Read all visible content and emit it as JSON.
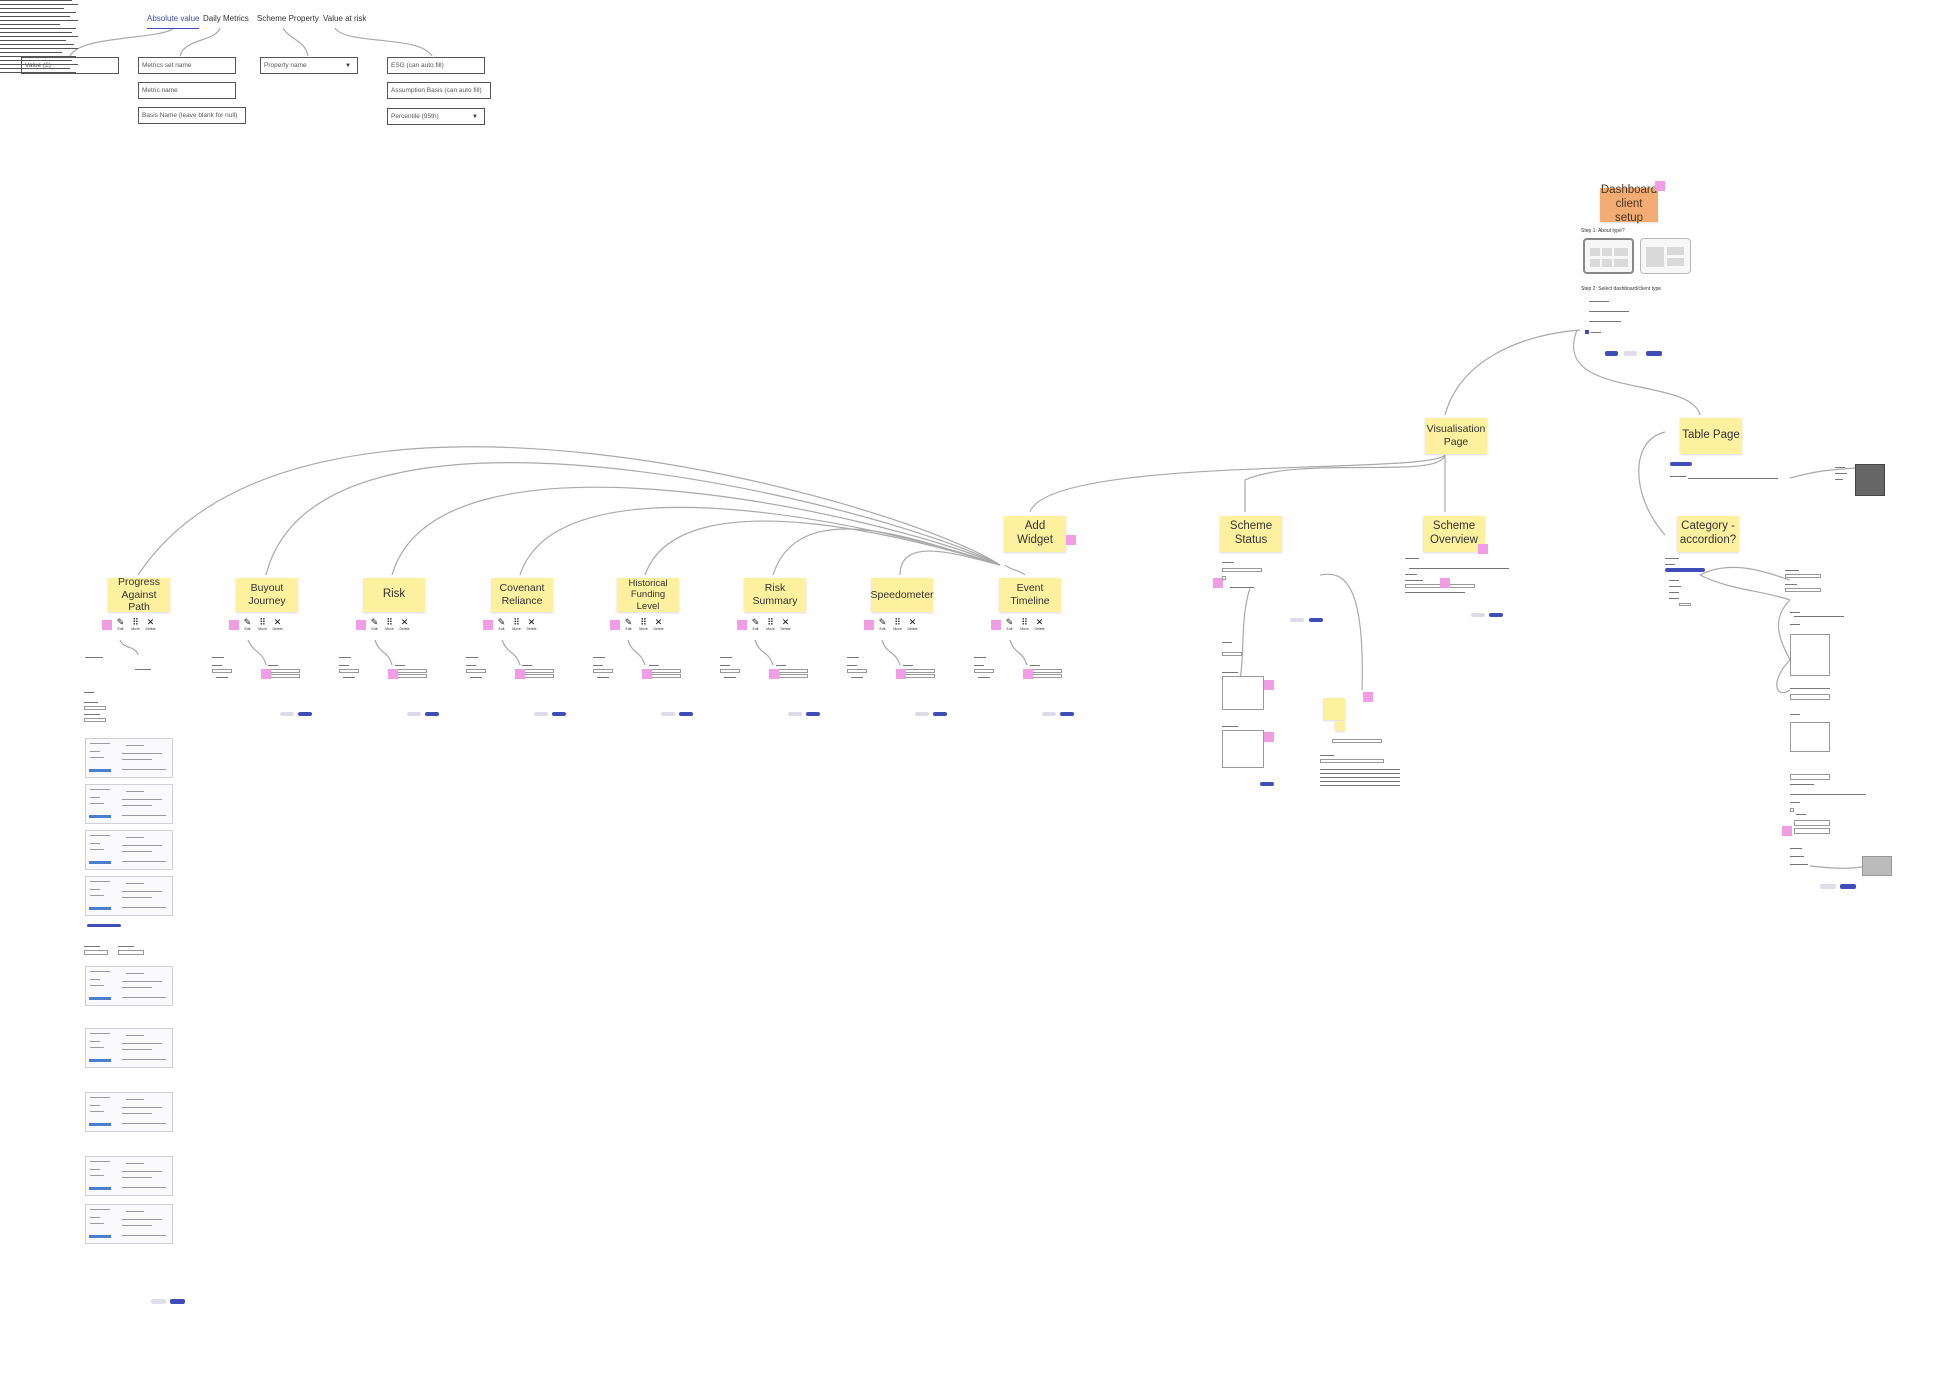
{
  "tabs": [
    {
      "label": "Absolute value",
      "active": true
    },
    {
      "label": "Daily Metrics",
      "active": false
    },
    {
      "label": "Scheme Property",
      "active": false
    },
    {
      "label": "Value at risk",
      "active": false
    }
  ],
  "fields": {
    "value": "Value (£)",
    "metric_set_name": "Metrics set name",
    "metric_name": "Metric name",
    "basis_name": "Basis Name (leave blank for null)",
    "property_name": "Property name",
    "esg": "ESG (can auto fill)",
    "assumption_basis": "Assumption Basis (can auto fill)",
    "percentile": "Percentile (95th)"
  },
  "stickies": {
    "dashboard_setup": "Dashboard client setup",
    "visualisation_page": "Visualisation Page",
    "table_page": "Table Page",
    "add_widget": "Add Widget",
    "scheme_status": "Scheme Status",
    "scheme_overview": "Scheme Overview",
    "category_accordion": "Category - accordion?",
    "progress_against_path": "Progress Against Path",
    "buyout_journey": "Buyout Journey",
    "risk": "Risk",
    "covenant_reliance": "Covenant Reliance",
    "historical_funding_level": "Historical Funding Level",
    "risk_summary": "Risk Summary",
    "speedometer": "Speedometer",
    "event_timeline": "Event Timeline"
  },
  "widget_tools": {
    "edit_icon": "pencil-icon",
    "move_icon": "move-grip-icon",
    "delete_icon": "close-icon",
    "edit": "Edit",
    "move": "Move",
    "delete": "Delete"
  },
  "setup": {
    "step1": "Step 1: About type?",
    "step2": "Step 2: Select dashboard/client type"
  },
  "colors": {
    "sticky_yellow": "#fdf1a0",
    "sticky_orange": "#f2ac73",
    "marker_pink": "#f09ce6",
    "accent_blue": "#3f4db8",
    "connector_grey": "#b0b0b0"
  }
}
